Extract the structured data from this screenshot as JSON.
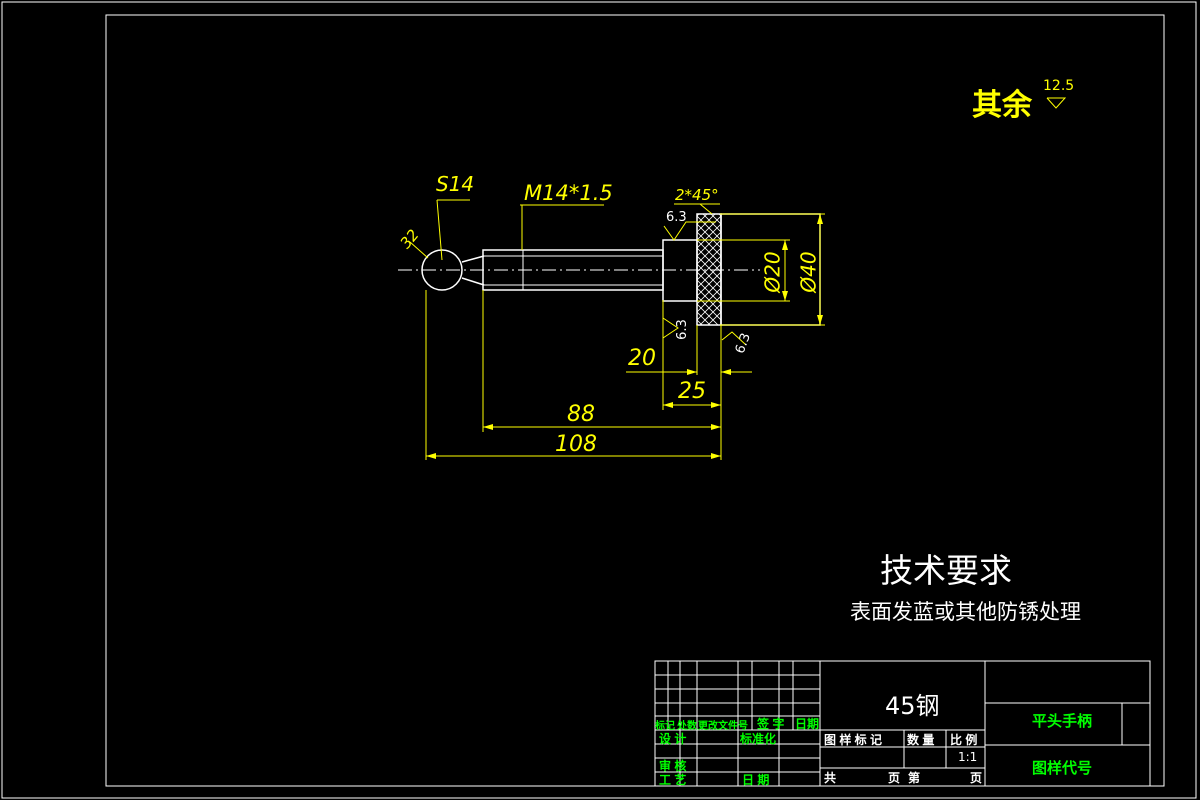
{
  "surface": {
    "label_qiyu": "其余",
    "value": "12.5"
  },
  "dimensions": {
    "s14": "S14",
    "angle32": "32",
    "thread": "M14*1.5",
    "chamfer": "2*45°",
    "rough_top": "6.3",
    "rough_left": "6.3",
    "rough_right": "6.3",
    "d20": "Ø20",
    "d40": "Ø40",
    "l20": "20",
    "l25": "25",
    "l88": "88",
    "l108": "108"
  },
  "tech": {
    "title": "技术要求",
    "body": "表面发蓝或其他防锈处理"
  },
  "titleblock": {
    "material": "45钢",
    "part_name": "平头手柄",
    "drawing_code": "图样代号",
    "h_mark": "标记",
    "h_count": "处数",
    "h_zone": "更改文件号",
    "h_sign": "签 字",
    "h_date": "日期",
    "design": "设 计",
    "standard": "标准化",
    "review": "审 核",
    "process": "工 艺",
    "date2": "日 期",
    "col_mark": "图 样 标 记",
    "col_qty": "数 量",
    "col_scale": "比 例",
    "scale": "1:1",
    "total": "共",
    "page": "页",
    "no": "第",
    "page2": "页"
  },
  "colors": {
    "frame": "#ffffff",
    "dim": "#ffff00",
    "text_white": "#ffffff",
    "text_green": "#00ff00",
    "centerline": "#ffffff"
  }
}
